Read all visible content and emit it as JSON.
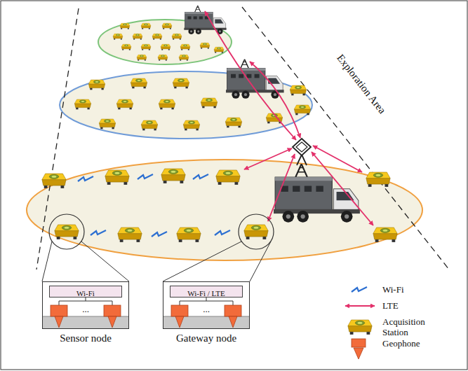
{
  "diagram": {
    "nodes": [
      {
        "text": [
          "Sensor node"
        ]
      },
      {
        "text": [
          "Wi-Fi"
        ],
        "in": 0
      },
      {
        "text": [
          "Gateway node"
        ]
      },
      {
        "text": [
          "Wi-Fi / LTE"
        ],
        "in": 2
      }
    ],
    "labels": [
      "Exploration Area",
      "...",
      "..."
    ],
    "legend": [
      {
        "text": "Wi-Fi"
      },
      {
        "text": "LTE"
      },
      {
        "text": "Acquisition Station"
      },
      {
        "text": "Geophone"
      }
    ]
  }
}
